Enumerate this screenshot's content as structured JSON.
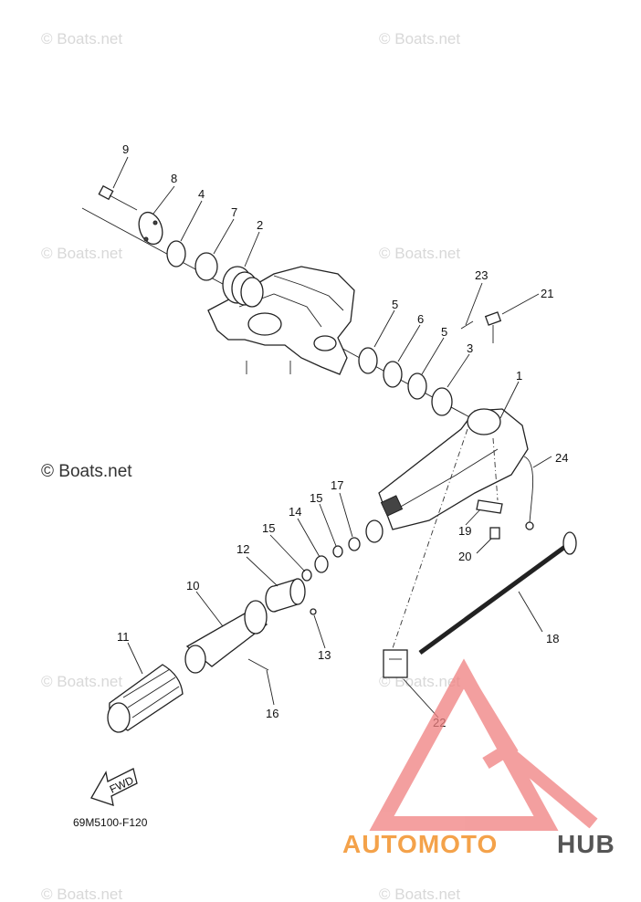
{
  "watermark": {
    "text": "© Boats.net",
    "main_text": "© Boats.net"
  },
  "callouts": [
    {
      "id": "c9",
      "label": "9"
    },
    {
      "id": "c8",
      "label": "8"
    },
    {
      "id": "c4",
      "label": "4"
    },
    {
      "id": "c7",
      "label": "7"
    },
    {
      "id": "c2",
      "label": "2"
    },
    {
      "id": "c5a",
      "label": "5"
    },
    {
      "id": "c6",
      "label": "6"
    },
    {
      "id": "c5b",
      "label": "5"
    },
    {
      "id": "c3",
      "label": "3"
    },
    {
      "id": "c23",
      "label": "23"
    },
    {
      "id": "c21",
      "label": "21"
    },
    {
      "id": "c1",
      "label": "1"
    },
    {
      "id": "c24",
      "label": "24"
    },
    {
      "id": "c17",
      "label": "17"
    },
    {
      "id": "c15a",
      "label": "15"
    },
    {
      "id": "c14",
      "label": "14"
    },
    {
      "id": "c15b",
      "label": "15"
    },
    {
      "id": "c12",
      "label": "12"
    },
    {
      "id": "c19",
      "label": "19"
    },
    {
      "id": "c20",
      "label": "20"
    },
    {
      "id": "c10",
      "label": "10"
    },
    {
      "id": "c18",
      "label": "18"
    },
    {
      "id": "c11",
      "label": "11"
    },
    {
      "id": "c13",
      "label": "13"
    },
    {
      "id": "c16",
      "label": "16"
    },
    {
      "id": "c22",
      "label": "22"
    }
  ],
  "fwd_label": "FWD",
  "figure_code": "69M5100-F120",
  "logo": {
    "part1": "AUTOMOTO",
    "part2": "HUB",
    "color1": "#f4a24a",
    "color2": "#555555",
    "mark_color": "#f08080"
  }
}
